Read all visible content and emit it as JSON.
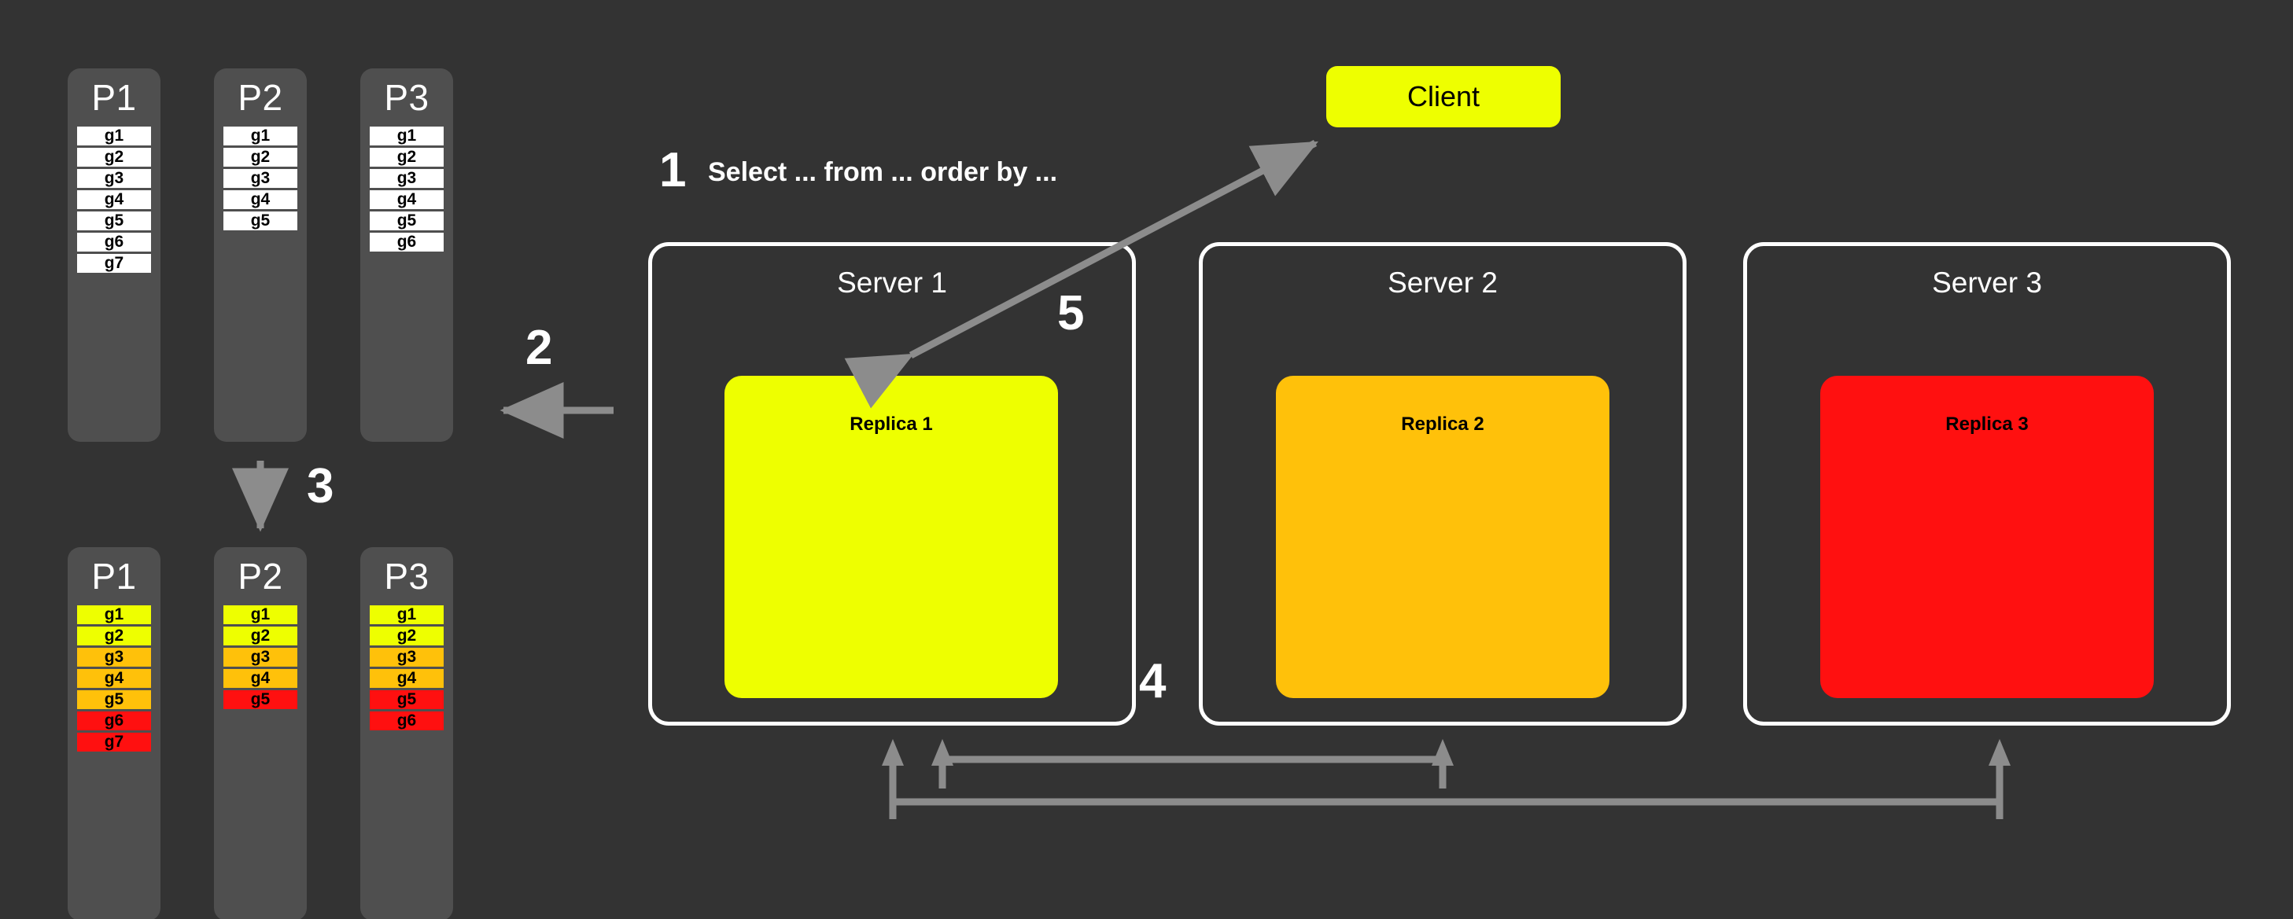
{
  "background_color": "#333333",
  "colors": {
    "panel_gray": "#4f4f4f",
    "arrow_gray": "#8c8c8c",
    "white": "#ffffff",
    "yellow": "#eeff00",
    "amber": "#ffc10a",
    "red": "#ff1010",
    "cell_white": "#ffffff"
  },
  "steps": {
    "one": "1",
    "two": "2",
    "three": "3",
    "four": "4",
    "five": "5"
  },
  "query": {
    "text": "Select ... from ... order by ..."
  },
  "client": {
    "label": "Client",
    "color": "#eeff00"
  },
  "partitions_top": [
    {
      "name": "P1",
      "cells": [
        {
          "label": "g1",
          "color": "#ffffff"
        },
        {
          "label": "g2",
          "color": "#ffffff"
        },
        {
          "label": "g3",
          "color": "#ffffff"
        },
        {
          "label": "g4",
          "color": "#ffffff"
        },
        {
          "label": "g5",
          "color": "#ffffff"
        },
        {
          "label": "g6",
          "color": "#ffffff"
        },
        {
          "label": "g7",
          "color": "#ffffff"
        }
      ]
    },
    {
      "name": "P2",
      "cells": [
        {
          "label": "g1",
          "color": "#ffffff"
        },
        {
          "label": "g2",
          "color": "#ffffff"
        },
        {
          "label": "g3",
          "color": "#ffffff"
        },
        {
          "label": "g4",
          "color": "#ffffff"
        },
        {
          "label": "g5",
          "color": "#ffffff"
        }
      ]
    },
    {
      "name": "P3",
      "cells": [
        {
          "label": "g1",
          "color": "#ffffff"
        },
        {
          "label": "g2",
          "color": "#ffffff"
        },
        {
          "label": "g3",
          "color": "#ffffff"
        },
        {
          "label": "g4",
          "color": "#ffffff"
        },
        {
          "label": "g5",
          "color": "#ffffff"
        },
        {
          "label": "g6",
          "color": "#ffffff"
        }
      ]
    }
  ],
  "partitions_bottom": [
    {
      "name": "P1",
      "cells": [
        {
          "label": "g1",
          "color": "#eeff00"
        },
        {
          "label": "g2",
          "color": "#eeff00"
        },
        {
          "label": "g3",
          "color": "#ffc10a"
        },
        {
          "label": "g4",
          "color": "#ffc10a"
        },
        {
          "label": "g5",
          "color": "#ffc10a"
        },
        {
          "label": "g6",
          "color": "#ff1010"
        },
        {
          "label": "g7",
          "color": "#ff1010"
        }
      ]
    },
    {
      "name": "P2",
      "cells": [
        {
          "label": "g1",
          "color": "#eeff00"
        },
        {
          "label": "g2",
          "color": "#eeff00"
        },
        {
          "label": "g3",
          "color": "#ffc10a"
        },
        {
          "label": "g4",
          "color": "#ffc10a"
        },
        {
          "label": "g5",
          "color": "#ff1010"
        }
      ]
    },
    {
      "name": "P3",
      "cells": [
        {
          "label": "g1",
          "color": "#eeff00"
        },
        {
          "label": "g2",
          "color": "#eeff00"
        },
        {
          "label": "g3",
          "color": "#ffc10a"
        },
        {
          "label": "g4",
          "color": "#ffc10a"
        },
        {
          "label": "g5",
          "color": "#ff1010"
        },
        {
          "label": "g6",
          "color": "#ff1010"
        }
      ]
    }
  ],
  "servers": [
    {
      "title": "Server 1",
      "replica": "Replica 1",
      "replica_color": "#eeff00"
    },
    {
      "title": "Server 2",
      "replica": "Replica 2",
      "replica_color": "#ffc10a"
    },
    {
      "title": "Server 3",
      "replica": "Replica 3",
      "replica_color": "#ff1010"
    }
  ]
}
